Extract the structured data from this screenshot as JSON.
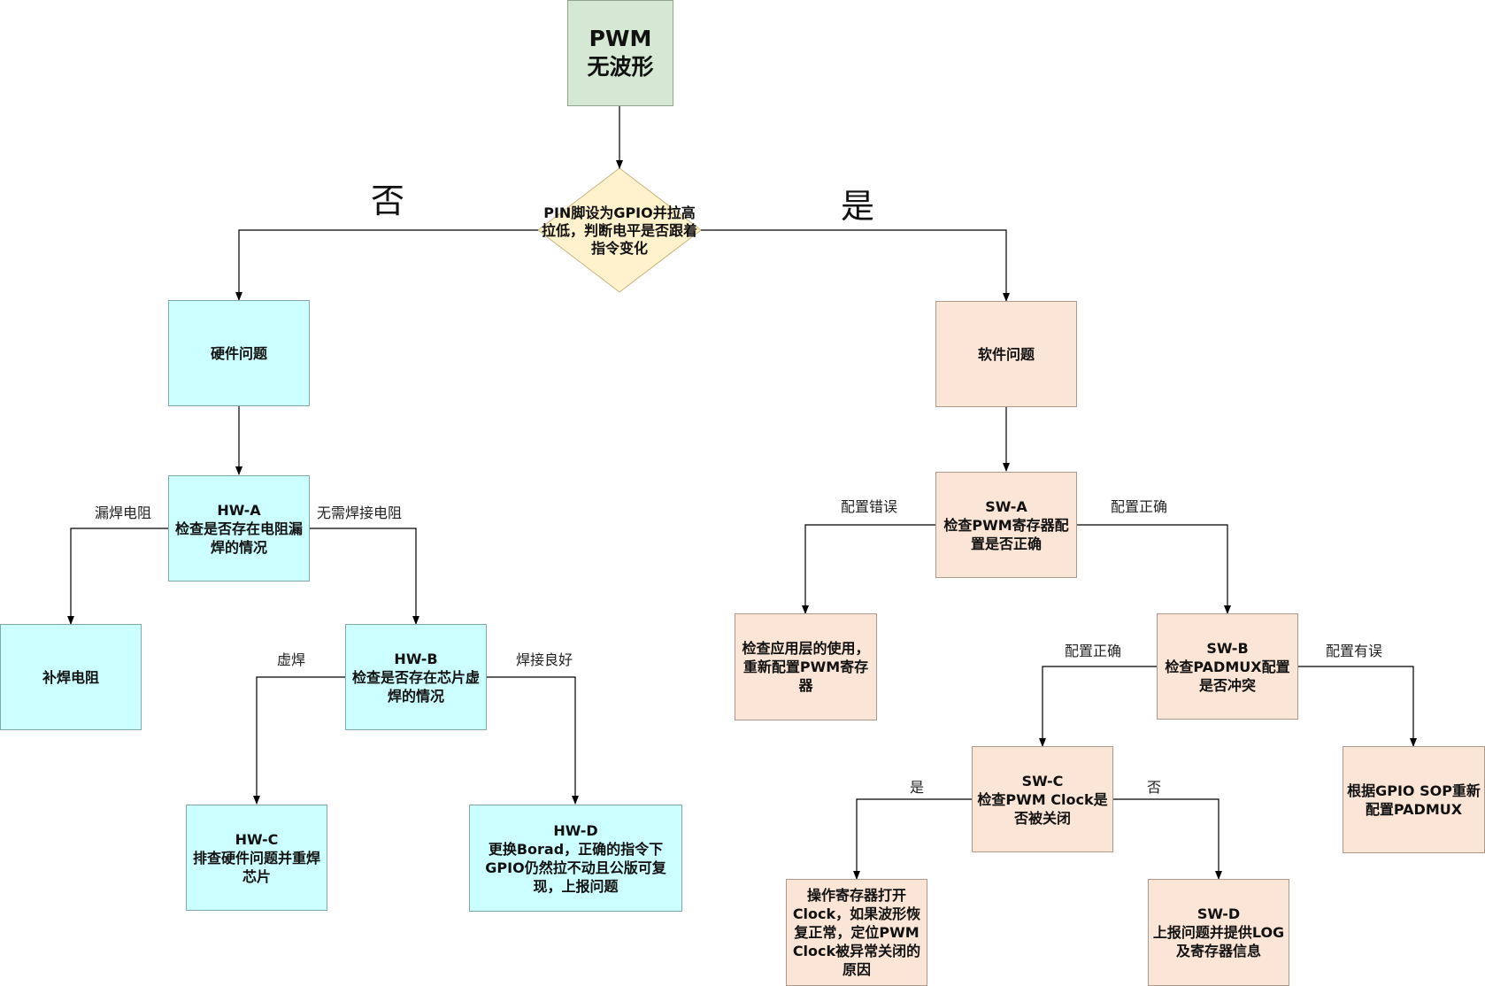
{
  "start": {
    "line1": "PWM",
    "line2": "无波形"
  },
  "decision": {
    "text": "PIN脚设为GPIO并拉高拉低，判断电平是否跟着指令变化"
  },
  "branch_labels": {
    "no": "否",
    "yes": "是"
  },
  "hardware": {
    "title": "硬件问题",
    "hw_a": {
      "code": "HW-A",
      "text": "检查是否存在电阻漏焊的情况"
    },
    "hw_a_left_label": "漏焊电阻",
    "hw_a_right_label": "无需焊接电阻",
    "fix_resistor": "补焊电阻",
    "hw_b": {
      "code": "HW-B",
      "text": "检查是否存在芯片虚焊的情况"
    },
    "hw_b_left_label": "虚焊",
    "hw_b_right_label": "焊接良好",
    "hw_c": {
      "code": "HW-C",
      "text": "排查硬件问题并重焊芯片"
    },
    "hw_d": {
      "code": "HW-D",
      "text": "更换Borad，正确的指令下GPIO仍然拉不动且公版可复现，上报问题"
    }
  },
  "software": {
    "title": "软件问题",
    "sw_a": {
      "code": "SW-A",
      "text": "检查PWM寄存器配置是否正确"
    },
    "sw_a_left_label": "配置错误",
    "sw_a_right_label": "配置正确",
    "check_app": "检查应用层的使用，重新配置PWM寄存器",
    "sw_b": {
      "code": "SW-B",
      "text": "检查PADMUX配置是否冲突"
    },
    "sw_b_left_label": "配置正确",
    "sw_b_right_label": "配置有误",
    "reconfig_padmux": "根据GPIO SOP重新配置PADMUX",
    "sw_c": {
      "code": "SW-C",
      "text": "检查PWM Clock是否被关闭"
    },
    "sw_c_left_label": "是",
    "sw_c_right_label": "否",
    "open_clock": "操作寄存器打开Clock，如果波形恢复正常，定位PWM Clock被异常关闭的原因",
    "sw_d": {
      "code": "SW-D",
      "text": "上报问题并提供LOG及寄存器信息"
    }
  }
}
